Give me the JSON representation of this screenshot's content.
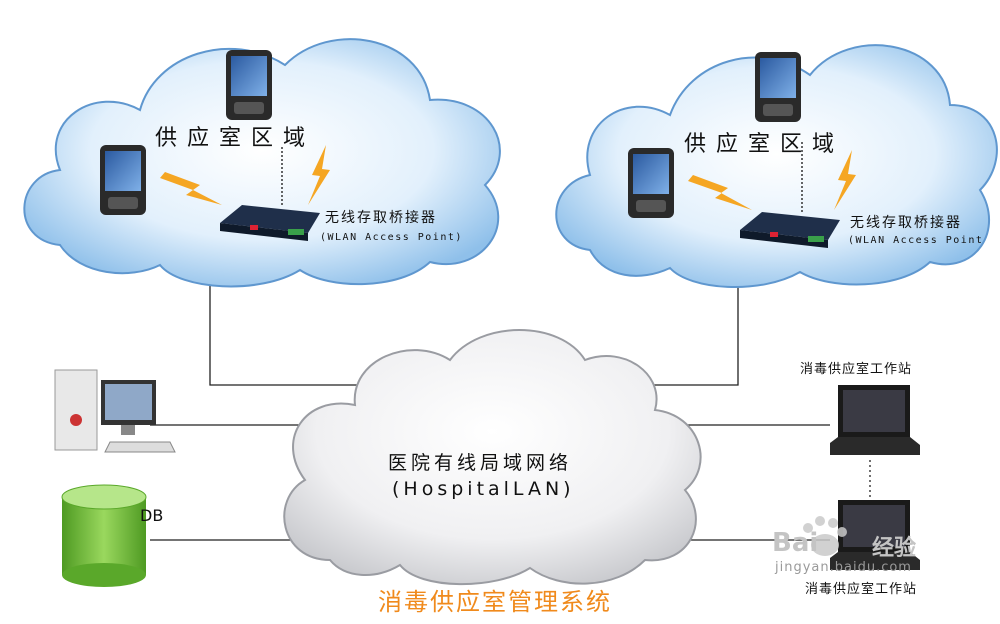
{
  "clouds": {
    "left": {
      "zone_label": "供应室区域",
      "ap_label": "无线存取桥接器",
      "ap_label_en": "(WLAN Access Point)"
    },
    "right": {
      "zone_label": "供应室区域",
      "ap_label": "无线存取桥接器",
      "ap_label_en": "(WLAN Access Point"
    }
  },
  "lan": {
    "label": "医院有线局域网络",
    "label_en": "(HospitalLAN)"
  },
  "devices": {
    "db_label": "DB",
    "workstation_top_label": "消毒供应室工作站",
    "workstation_bottom_label": "消毒供应室工作站"
  },
  "title": "消毒供应室管理系统",
  "watermark": {
    "brand": "Bai",
    "brand_suffix": "经验",
    "url": "jingyan.baidu.com"
  },
  "colors": {
    "cloud_fill": "#cfe6fa",
    "cloud_edge": "#6aa0d4",
    "lan_cloud": "#e8e8ea",
    "title": "#f08a1c",
    "lightning": "#f5a623",
    "db": "#7cc443"
  }
}
